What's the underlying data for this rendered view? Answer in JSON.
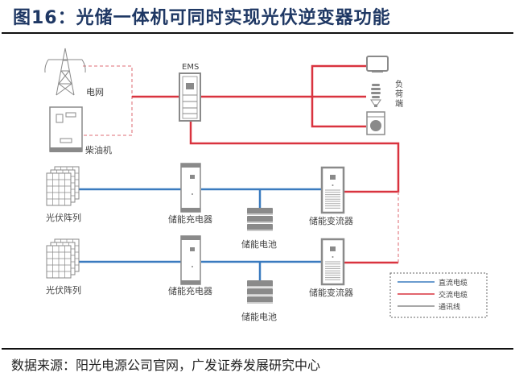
{
  "title": "图16：光储一体机可同时实现光伏逆变器功能",
  "source": "数据来源：阳光电源公司官网，广发证券发展研究中心",
  "diagram": {
    "nodes": {
      "grid": "电网",
      "diesel": "柴油机",
      "ems": "EMS",
      "load": "负荷端",
      "pv_array_1": "光伏阵列",
      "pv_array_2": "光伏阵列",
      "charger_1": "储能充电器",
      "charger_2": "储能充电器",
      "battery_1": "储能电池",
      "battery_2": "储能电池",
      "converter_1": "储能变流器",
      "converter_2": "储能变流器"
    },
    "load_devices": [
      "tv-icon",
      "lightbulb-icon",
      "washing-machine-icon"
    ],
    "legend": [
      {
        "label": "直流电缆",
        "color": "#3a7bbf"
      },
      {
        "label": "交流电缆",
        "color": "#d9333f"
      },
      {
        "label": "通讯线",
        "color": "#8c8c8c"
      }
    ],
    "colors": {
      "dc": "#3a7bbf",
      "ac": "#d9333f",
      "comm": "#8c8c8c",
      "dashed_ac": "#e58a90",
      "equipment": "#8a8a8a"
    }
  }
}
